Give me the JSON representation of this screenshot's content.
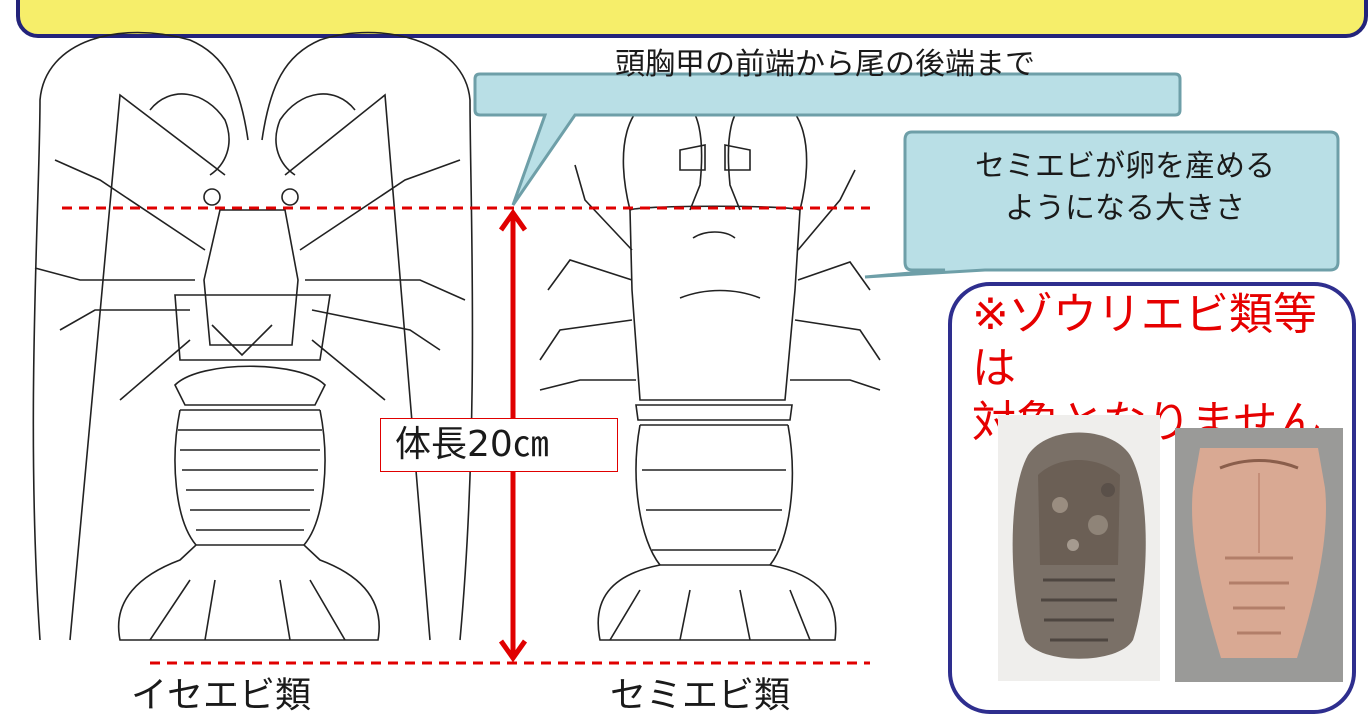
{
  "callouts": {
    "measure_span": "頭胸甲の前端から尾の後端まで",
    "maturity_size_line1": "セミエビが卵を産める",
    "maturity_size_line2": "ようになる大きさ"
  },
  "length_label": "体長20㎝",
  "species": {
    "spiny_lobster": "イセエビ類",
    "slipper_lobster": "セミエビ類"
  },
  "note": {
    "line1": "※ゾウリエビ類等は",
    "line2": "対象となりません"
  },
  "colors": {
    "banner_fill": "#f6ee6a",
    "banner_border": "#23237a",
    "callout_fill": "#b9dfe6",
    "callout_border": "#6e9fa8",
    "measure_line": "#e00000",
    "note_text": "#e60000",
    "note_border": "#2e2e8e"
  }
}
